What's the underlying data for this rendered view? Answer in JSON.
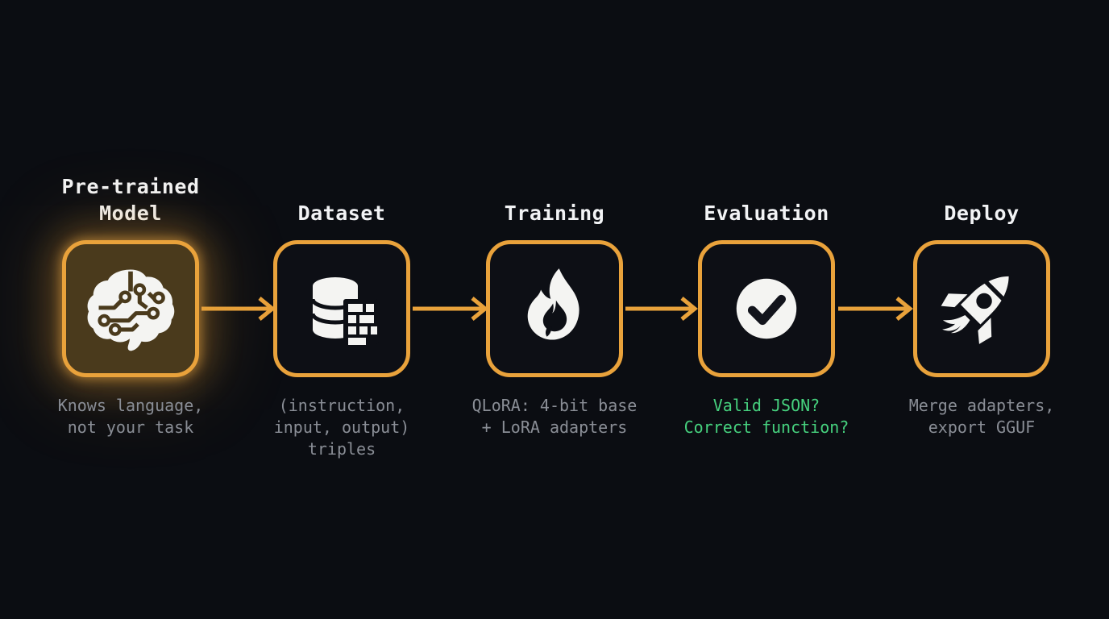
{
  "diagram_name": "fine-tuning-pipeline",
  "colors": {
    "background": "#0b0d12",
    "accent_orange": "#e9a23b",
    "box_background": "#0d0f15",
    "highlight_fill": "#4a3a1c",
    "title_text": "#f2f3f5",
    "caption_text": "#8a8e96",
    "caption_green": "#46d17e",
    "icon_white": "#f4f4f2",
    "check_dark": "#12141c"
  },
  "stages": [
    {
      "id": "pretrained-model",
      "title_lines": [
        "Pre-trained",
        "Model"
      ],
      "icon": "brain-circuit-icon",
      "caption_lines": [
        "Knows language,",
        "not your task"
      ],
      "highlighted": true
    },
    {
      "id": "dataset",
      "title_lines": [
        "Dataset"
      ],
      "icon": "database-icon",
      "caption_lines": [
        "(instruction,",
        "input, output)",
        "triples"
      ],
      "highlighted": false
    },
    {
      "id": "training",
      "title_lines": [
        "Training"
      ],
      "icon": "flame-icon",
      "caption_lines": [
        "QLoRA: 4-bit base",
        "+ LoRA adapters"
      ],
      "highlighted": false
    },
    {
      "id": "evaluation",
      "title_lines": [
        "Evaluation"
      ],
      "icon": "check-circle-icon",
      "caption_lines": [
        "Valid JSON?",
        "Correct function?"
      ],
      "highlighted": false,
      "caption_color": "green"
    },
    {
      "id": "deploy",
      "title_lines": [
        "Deploy"
      ],
      "icon": "rocket-icon",
      "caption_lines": [
        "Merge adapters,",
        "export GGUF"
      ],
      "highlighted": false
    }
  ],
  "flow": {
    "direction": "left-to-right",
    "arrow_count": 4
  }
}
